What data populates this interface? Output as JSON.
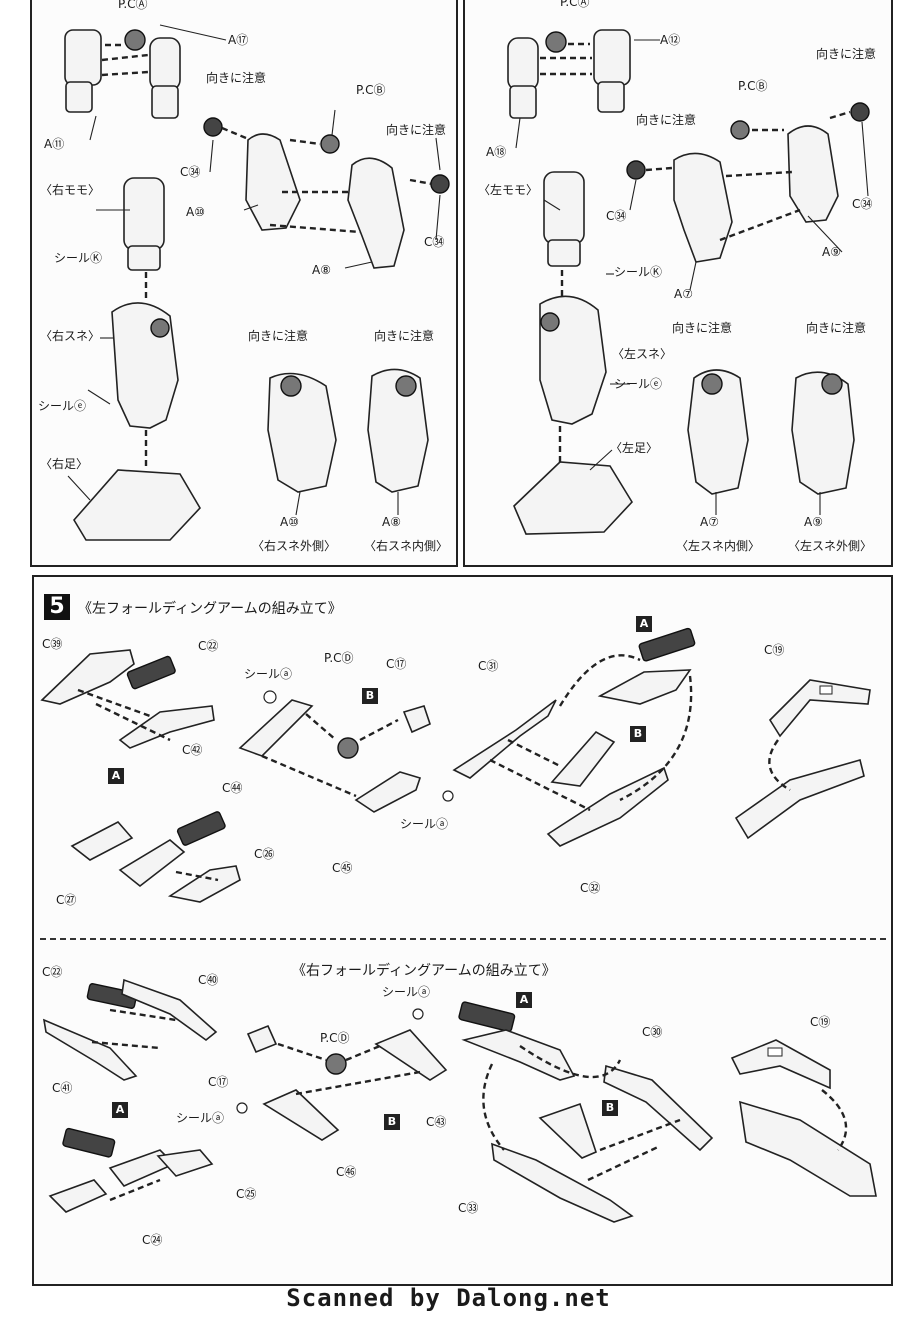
{
  "labels": {
    "tl_pcA": "P.CⒶ",
    "tl_A17": "A⑰",
    "tl_A11": "A⑪",
    "tl_caution1": "向きに注意",
    "tl_pcB": "P.CⒷ",
    "tl_caution2": "向きに注意",
    "tl_C34a": "C㉞",
    "tl_A10": "A⑩",
    "tl_C34b": "C㉞",
    "tl_A8": "A⑧",
    "tl_thigh": "〈右モモ〉",
    "tl_sealKa": "シールⓀ",
    "tl_shin": "〈右スネ〉",
    "tl_sealE": "シールⓔ",
    "tl_foot": "〈右足〉",
    "tl_caution3": "向きに注意",
    "tl_caution4": "向きに注意",
    "tl_A10b": "A⑩",
    "tl_A8b": "A⑧",
    "tl_outer": "〈右スネ外側〉",
    "tl_inner": "〈右スネ内側〉",
    "tr_pcA": "P.CⒶ",
    "tr_A12": "A⑫",
    "tr_A18": "A⑱",
    "tr_caution1": "向きに注意",
    "tr_pcB": "P.CⒷ",
    "tr_caution2": "向きに注意",
    "tr_C34a": "C㉞",
    "tr_C34b": "C㉞",
    "tr_A9": "A⑨",
    "tr_A7": "A⑦",
    "tr_thigh": "〈左モモ〉",
    "tr_sealKa": "シールⓀ",
    "tr_shin": "〈左スネ〉",
    "tr_sealE": "シールⓔ",
    "tr_foot": "〈左足〉",
    "tr_caution3": "向きに注意",
    "tr_caution4": "向きに注意",
    "tr_A7b": "A⑦",
    "tr_A9b": "A⑨",
    "tr_inner": "〈左スネ内側〉",
    "tr_outer": "〈左スネ外側〉"
  },
  "step5": {
    "number": "5",
    "title": "《左フォールディングアームの組み立て》",
    "labels": {
      "C39": "C㊴",
      "C22": "C㉒",
      "C42": "C㊷",
      "A1": "A",
      "C27": "C㉗",
      "C26": "C㉖",
      "sealA1": "シールⓐ",
      "pcD": "P.CⒹ",
      "C17": "C⑰",
      "B1": "B",
      "C44": "C㊹",
      "sealA2": "シールⓐ",
      "C45": "C㊺",
      "C31": "C㉛",
      "A2": "A",
      "B2": "B",
      "C32": "C㉜",
      "C19": "C⑲"
    }
  },
  "step5b": {
    "title": "《右フォールディングアームの組み立て》",
    "labels": {
      "C22": "C㉒",
      "C40": "C㊵",
      "C41": "C㊶",
      "A1": "A",
      "C25": "C㉕",
      "C24": "C㉔",
      "pcD": "P.CⒹ",
      "sealA1": "シールⓐ",
      "C17": "C⑰",
      "sealA2": "シールⓐ",
      "B1": "B",
      "C43": "C㊸",
      "C46": "C㊻",
      "A2": "A",
      "C30": "C㉚",
      "B2": "B",
      "C33": "C㉝",
      "C19": "C⑲"
    }
  },
  "footer": "Scanned by Dalong.net"
}
